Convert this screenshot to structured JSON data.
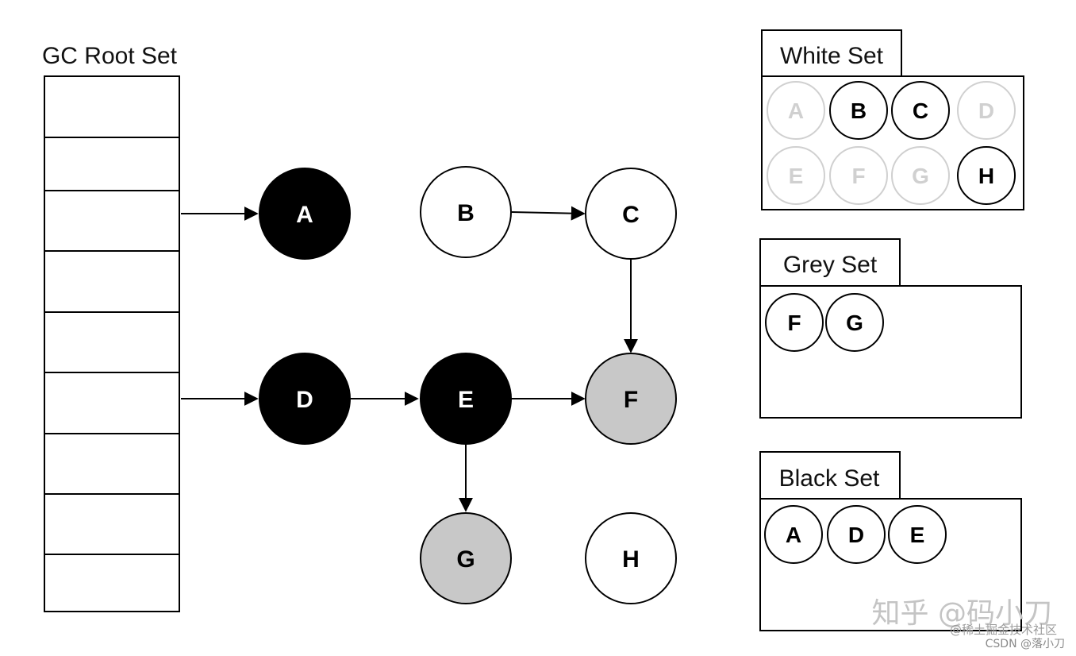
{
  "root_set": {
    "title": "GC Root Set",
    "slots": 9
  },
  "graph": {
    "nodes": [
      {
        "id": "A",
        "label": "A",
        "color": "black"
      },
      {
        "id": "B",
        "label": "B",
        "color": "white"
      },
      {
        "id": "C",
        "label": "C",
        "color": "white"
      },
      {
        "id": "D",
        "label": "D",
        "color": "black"
      },
      {
        "id": "E",
        "label": "E",
        "color": "black"
      },
      {
        "id": "F",
        "label": "F",
        "color": "grey"
      },
      {
        "id": "G",
        "label": "G",
        "color": "grey"
      },
      {
        "id": "H",
        "label": "H",
        "color": "white"
      }
    ],
    "edges": [
      {
        "from": "root-slot-3",
        "to": "A"
      },
      {
        "from": "root-slot-6",
        "to": "D"
      },
      {
        "from": "B",
        "to": "C"
      },
      {
        "from": "C",
        "to": "F"
      },
      {
        "from": "D",
        "to": "E"
      },
      {
        "from": "E",
        "to": "F"
      },
      {
        "from": "E",
        "to": "G"
      }
    ]
  },
  "sets": {
    "white": {
      "title": "White Set",
      "row1": [
        "A",
        "B",
        "C",
        "D"
      ],
      "row2": [
        "E",
        "F",
        "G",
        "H"
      ],
      "active": [
        "B",
        "C",
        "H"
      ]
    },
    "grey": {
      "title": "Grey Set",
      "members": [
        "F",
        "G"
      ]
    },
    "black": {
      "title": "Black Set",
      "members": [
        "A",
        "D",
        "E"
      ]
    }
  },
  "watermark": {
    "main": "知乎 @码小刀",
    "line2": "@稀土掘金技术社区",
    "line3": "CSDN @落小刀"
  },
  "colors": {
    "black_node": "#000000",
    "grey_node": "#c8c8c8",
    "white_node": "#ffffff",
    "faded": "#d9d9d9",
    "watermark": "#bdbdbd"
  }
}
